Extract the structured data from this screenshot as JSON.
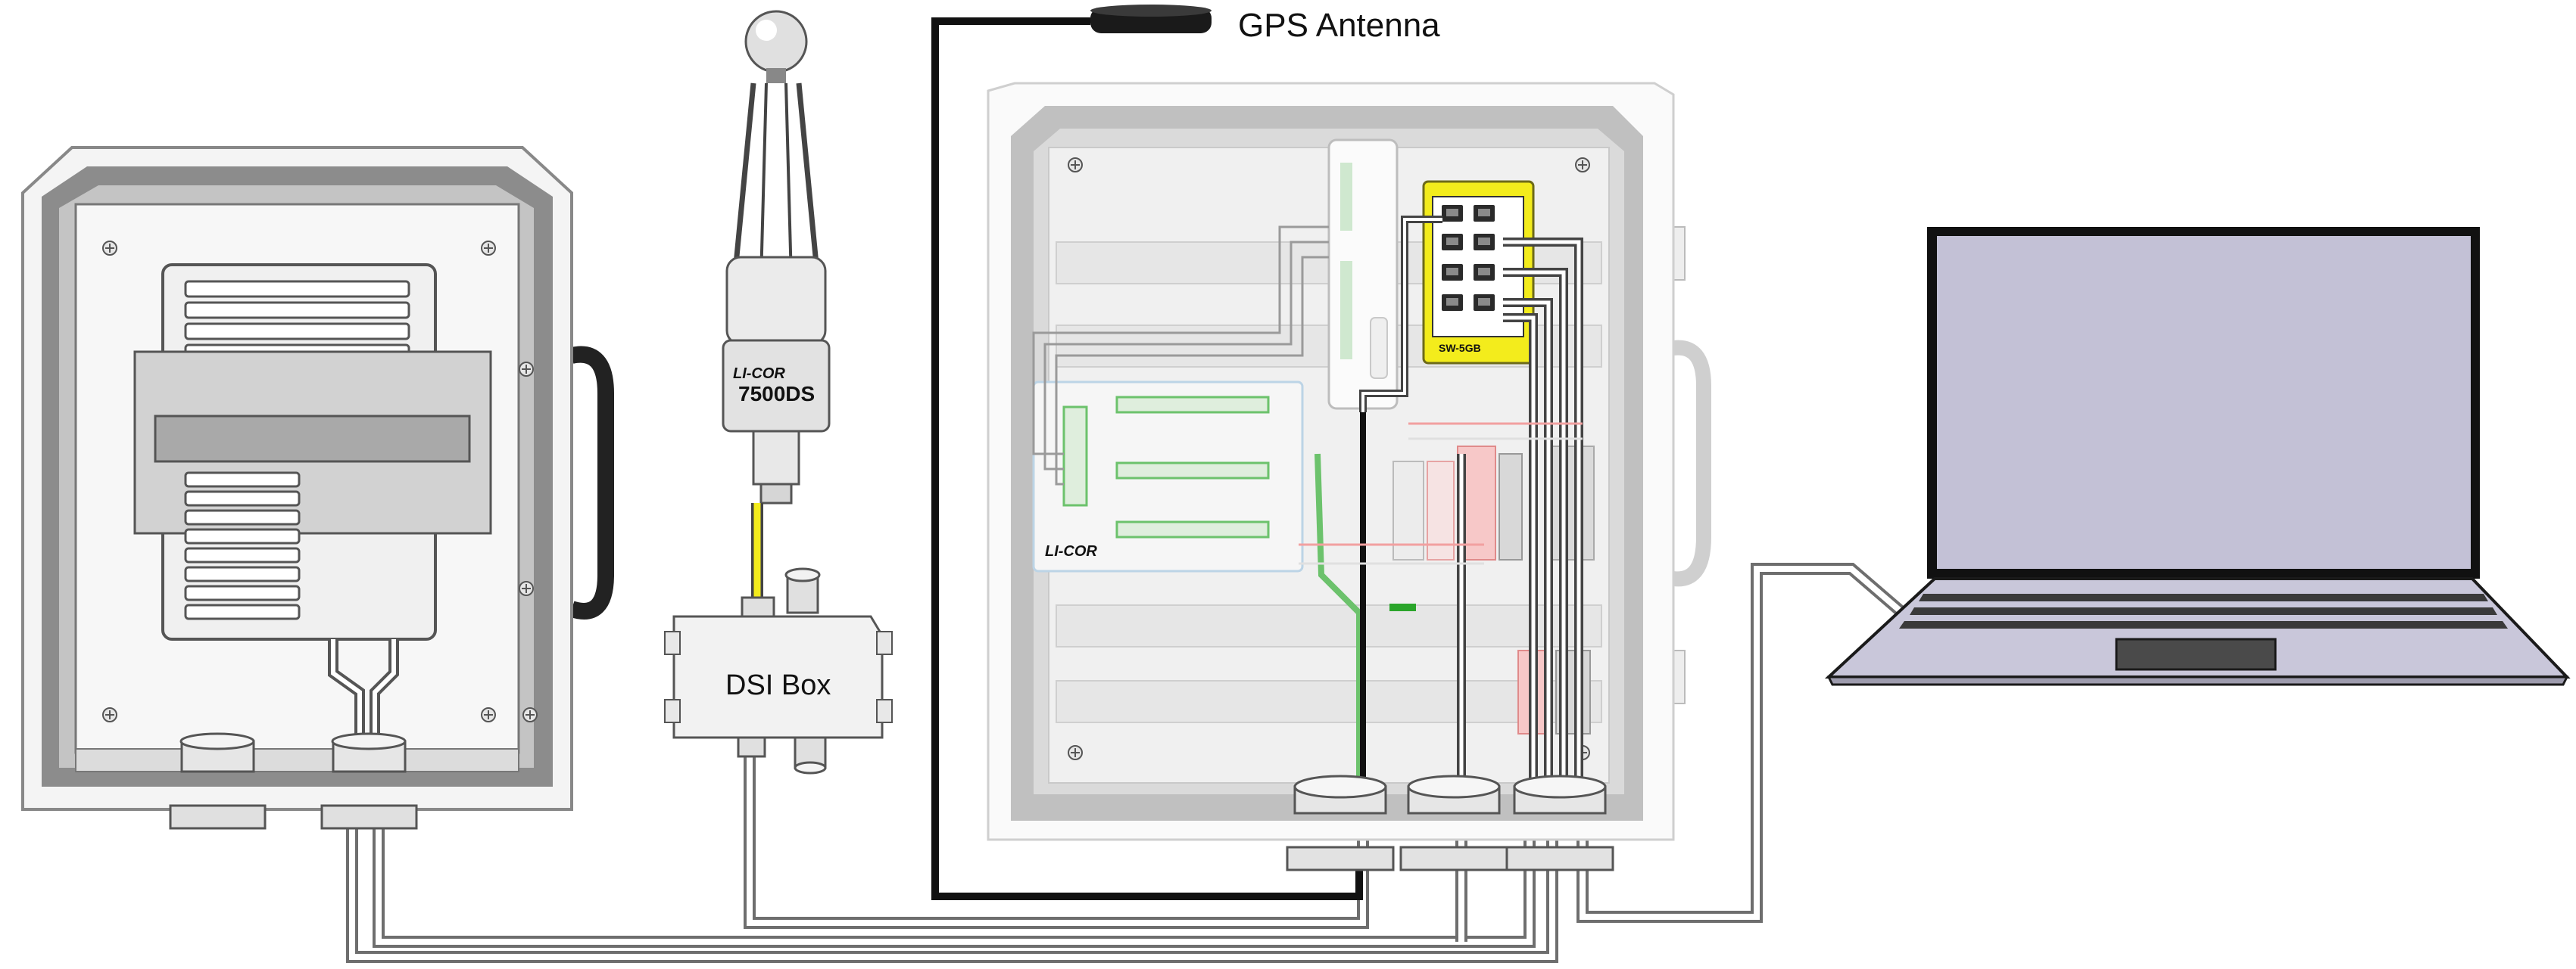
{
  "labels": {
    "gps_antenna": "GPS Antenna",
    "dsi_box": "DSI Box",
    "switch_model": "SW-5GB",
    "sensor_model": "7500DS",
    "sensor_brand": "LI-COR",
    "logger_brand": "LI-COR"
  },
  "colors": {
    "background": "#ffffff",
    "enclosure_frame": "#b9b9b9",
    "enclosure_inner": "#efefef",
    "cable_outer": "#6e6e6e",
    "cable_inner": "#ffffff",
    "gps_cable": "#111111",
    "sensor_cable": "#f3ec1c",
    "switch_body": "#f3ec1c",
    "laptop_screen": "#c3c1d6",
    "laptop_body": "#c9c7da",
    "terminal_green": "#6cc26c",
    "terminal_red": "#f2a0a0"
  },
  "icons": {
    "ethernet_port": "rj45-port-icon",
    "screw": "screw-icon",
    "vent": "vent-louver-icon"
  }
}
